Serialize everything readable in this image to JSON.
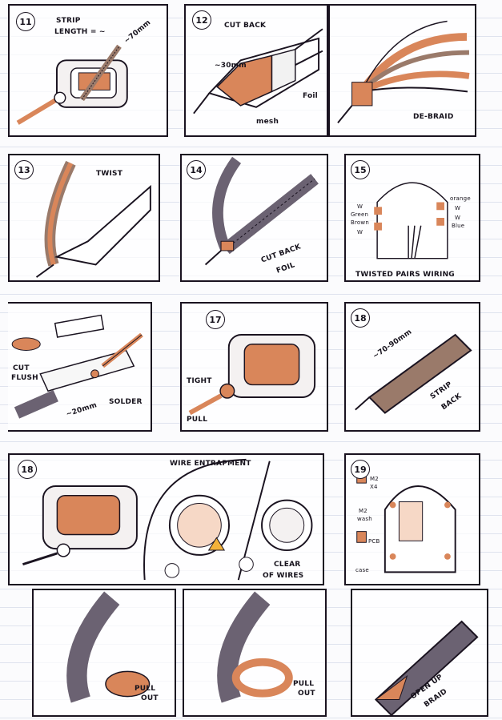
{
  "colors": {
    "ink": "#1a1320",
    "copper": "#d9865a",
    "braid": "#9a7a6a",
    "purple": "#5b3aa0"
  },
  "panels": [
    {
      "num": "11",
      "labels": {
        "strip": "STRIP",
        "length": "LENGTH = ~",
        "mm": "~70mm"
      }
    },
    {
      "num": "12",
      "labels": {
        "cutback": "CUT BACK",
        "mm": "~30mm",
        "mesh": "mesh",
        "foil": "Foil"
      }
    },
    {
      "num": "",
      "labels": {
        "debraid": "DE-BRAID"
      }
    },
    {
      "num": "13",
      "labels": {
        "twist": "TWIST"
      }
    },
    {
      "num": "14",
      "labels": {
        "cutback": "CUT BACK",
        "foil": "FOIL"
      }
    },
    {
      "num": "15",
      "labels": {
        "w1": "W",
        "green": "Green",
        "brown": "Brown",
        "w2": "W",
        "orange": "orange",
        "w3": "W",
        "w4": "W",
        "blue": "Blue",
        "caption": "TWISTED PAIRS WIRING"
      }
    },
    {
      "num": "",
      "labels": {
        "cut": "CUT",
        "flush": "FLUSH",
        "mm": "~20mm",
        "solder": "SOLDER"
      }
    },
    {
      "num": "17",
      "labels": {
        "tight": "TIGHT",
        "pull": "PULL"
      }
    },
    {
      "num": "18",
      "labels": {
        "mm": "~70-90mm",
        "strip": "STRIP",
        "back": "BACK"
      }
    },
    {
      "num": "18",
      "labels": {
        "entrap": "WIRE ENTRAPMENT",
        "clear": "CLEAR",
        "ofwires": "OF WIRES"
      }
    },
    {
      "num": "19",
      "labels": {
        "m2": "M2",
        "x4": "X4",
        "m2b": "M2",
        "wash": "wash",
        "pcb": "PCB",
        "case": "case"
      }
    },
    {
      "num": "",
      "labels": {
        "pull": "PULL",
        "out": "OUT"
      }
    },
    {
      "num": "",
      "labels": {
        "pull": "PULL",
        "out": "OUT"
      }
    },
    {
      "num": "",
      "labels": {
        "open": "OPEN UP",
        "braid": "BRAID"
      }
    }
  ]
}
